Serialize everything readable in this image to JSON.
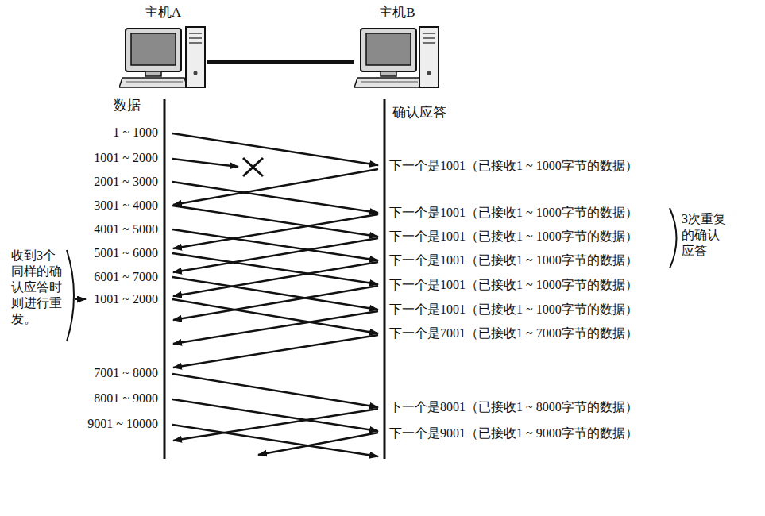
{
  "diagram": {
    "nodes": [
      {
        "text": [
          "主机A"
        ]
      },
      {
        "text": [
          "主机B"
        ]
      }
    ],
    "edges": [
      {
        "from": 0,
        "to": 1,
        "arrow": "none"
      }
    ],
    "labels": [
      "数据",
      "1 ~ 1000",
      "1001 ~ 2000",
      "2001 ~ 3000",
      "3001 ~ 4000",
      "4001 ~ 5000",
      "5001 ~ 6000",
      "6001 ~ 7000",
      "1001 ~ 2000",
      "7001 ~ 8000",
      "8001 ~ 9000",
      "9001 ~ 10000",
      "确认应答",
      "下一个是1001（已接收1 ~ 1000字节的数据）",
      "下一个是1001（已接收1 ~ 1000字节的数据）",
      "下一个是1001（已接收1 ~ 1000字节的数据）",
      "下一个是1001（已接收1 ~ 1000字节的数据）",
      "下一个是1001（已接收1 ~ 1000字节的数据）",
      "下一个是1001（已接收1 ~ 1000字节的数据）",
      "下一个是7001（已接收1 ~ 7000字节的数据）",
      "下一个是8001（已接收1 ~ 8000字节的数据）",
      "下一个是9001（已接收1 ~ 9000字节的数据）",
      "3次重复的确认应答",
      "收到3个同样的确认应答时则进行重发。"
    ]
  }
}
